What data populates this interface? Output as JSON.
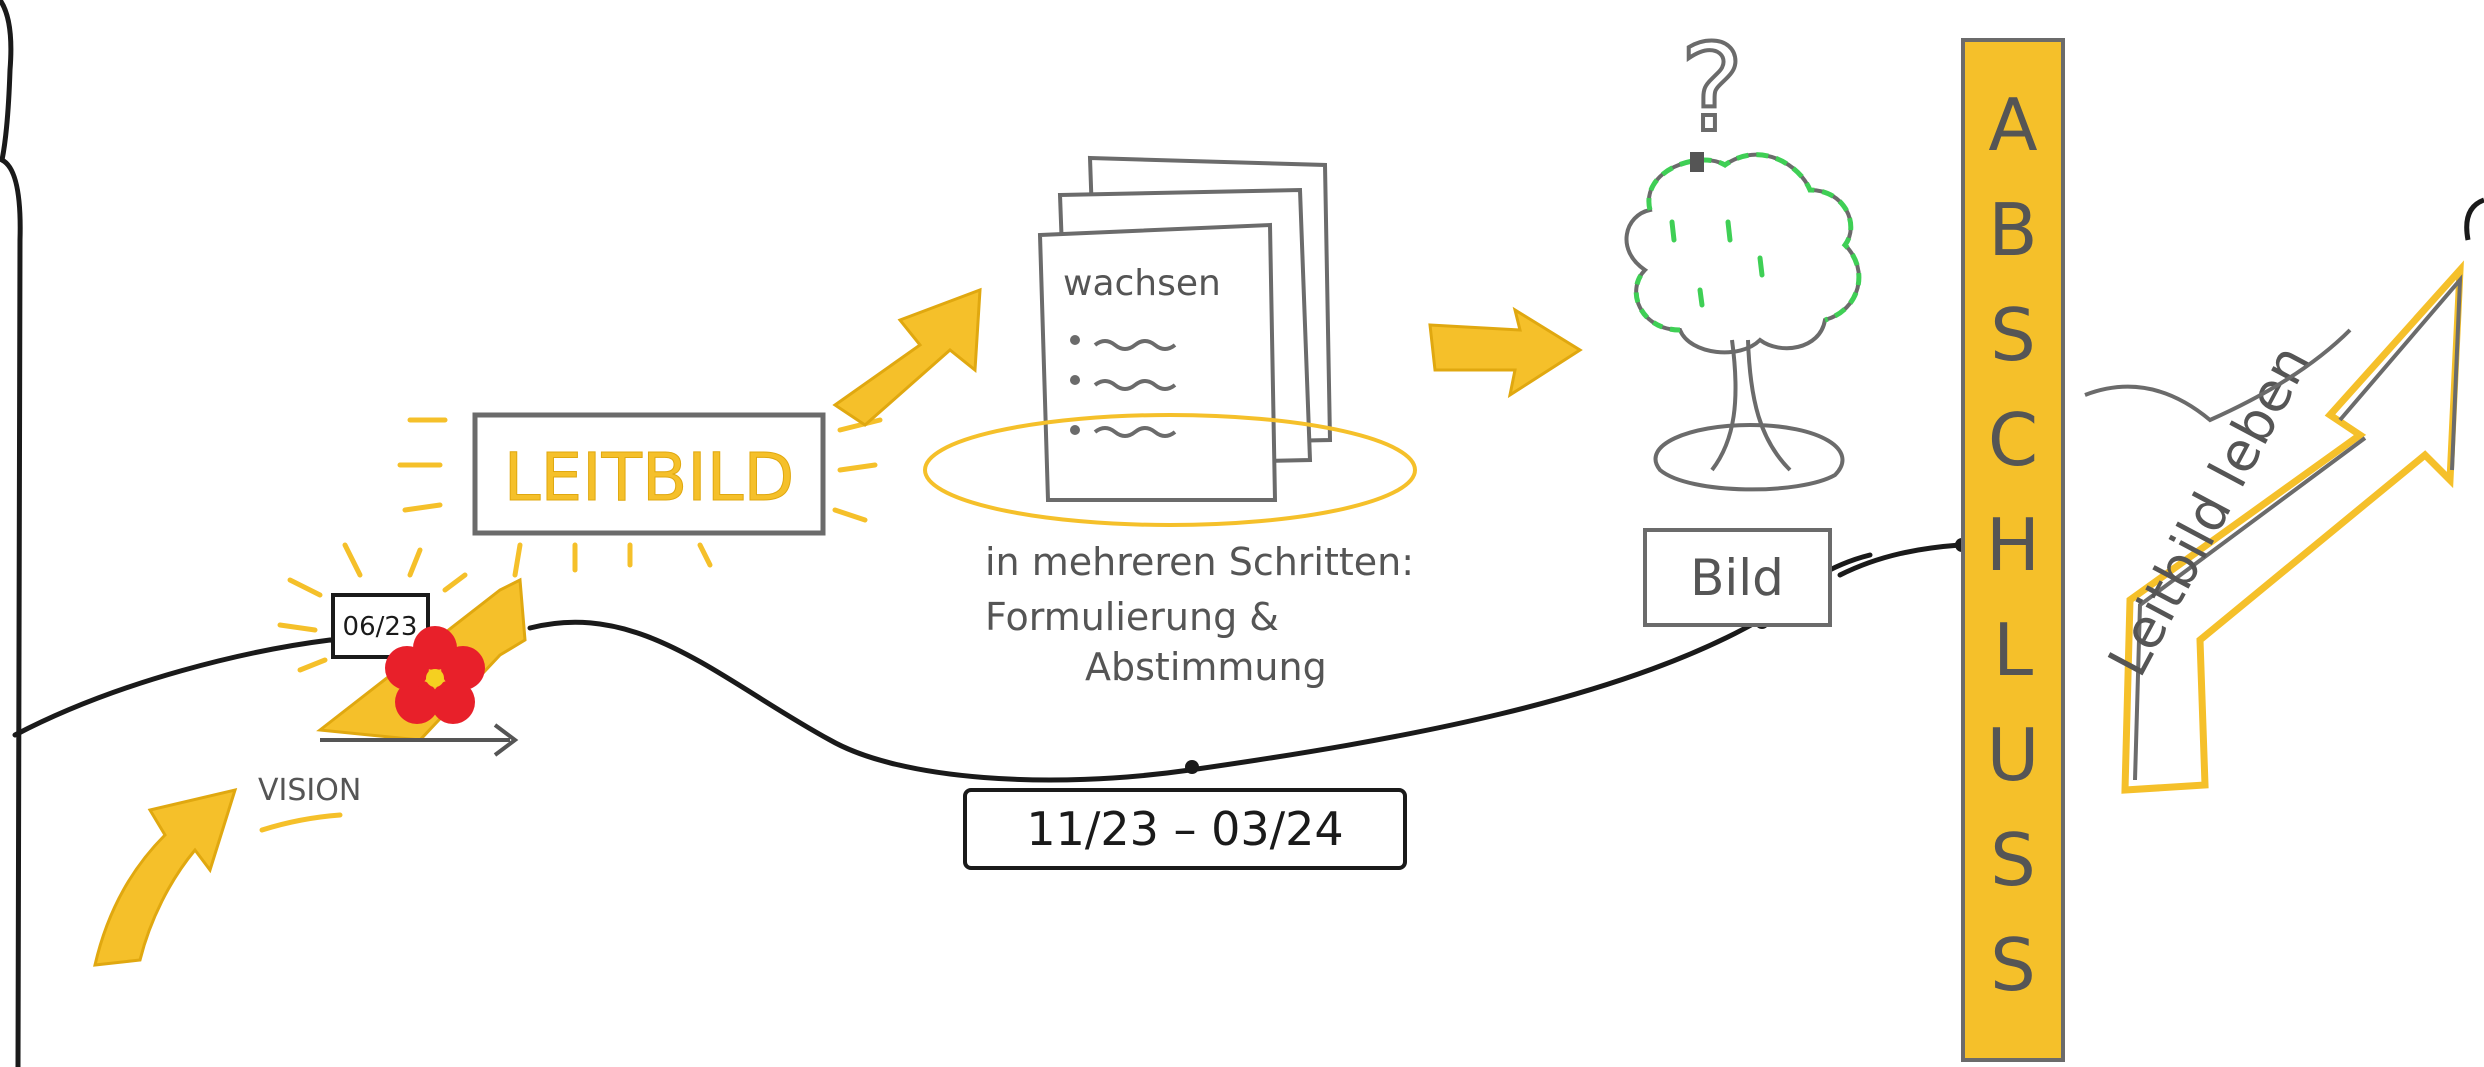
{
  "colors": {
    "path_line": "#1a1a1a",
    "box_stroke": "#6b6b6b",
    "accent_yellow": "#f5c02a",
    "flower_red": "#e8202a",
    "foliage_green": "#3fcf55",
    "text_gray": "#555555",
    "text_dark": "#222222"
  },
  "milestones": {
    "vision": {
      "label": "VISION"
    },
    "start_date": {
      "label": "06/23"
    },
    "leitbild": {
      "label": "LEITBILD"
    },
    "documents": {
      "title": "wachsen",
      "icon": "document-stack-icon"
    },
    "process_note": {
      "line1": "in mehreren Schritten:",
      "line2": "Formulierung &",
      "line3": "Abstimmung"
    },
    "timeframe": {
      "label": "11/23 – 03/24"
    },
    "image": {
      "label": "Bild",
      "icon": "tree-icon",
      "question_mark": "?"
    },
    "abschluss": {
      "letters": [
        "A",
        "B",
        "S",
        "C",
        "H",
        "L",
        "U",
        "S",
        "S"
      ]
    },
    "leitbild_leben": {
      "label": "Leitbild leben"
    }
  }
}
